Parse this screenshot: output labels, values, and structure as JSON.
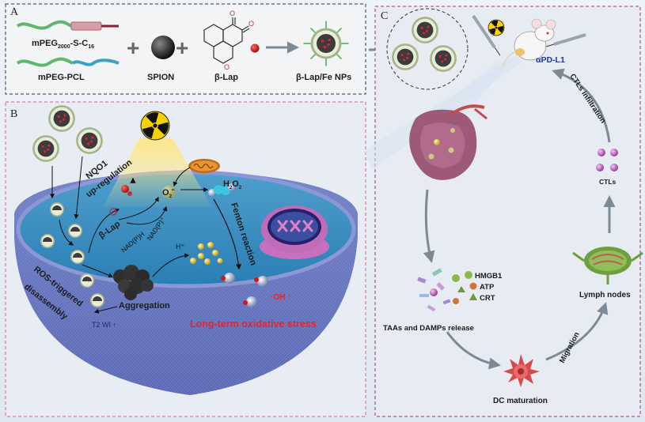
{
  "panels": {
    "a": {
      "letter": "A",
      "polymer1": "mPEG",
      "polymer1_sub": "2000",
      "polymer1_mid": "-S-C",
      "polymer1_sub2": "16",
      "polymer2": "mPEG-PCL",
      "spion": "SPION",
      "drug": "β-Lap",
      "product": "β-Lap/Fe NPs"
    },
    "b": {
      "letter": "B",
      "nqo1": "NQO1",
      "upregulation": "up-regulation",
      "blap": "β-Lap",
      "nadph": "NAD(P)H",
      "nadp": "NAD(P)⁺",
      "o2": "O",
      "o2_sub": "2",
      "o2_sup": "•-",
      "h2o2": "H",
      "h2o2_sub1": "2",
      "h2o2_o": "O",
      "h2o2_sub2": "2",
      "fenton": "Fenton reaction",
      "hplus": "H⁺",
      "aggregation": "Aggregation",
      "ros1": "ROS-triggered",
      "ros2": "disassembly",
      "t2wi": "T2 WI ↑",
      "oh": "·OH ↑",
      "oxidative": "Long-term oxidative stress"
    },
    "c": {
      "letter": "C",
      "apdl1": "αPD-L1",
      "ctls_infiltration": "CTLs infiltration",
      "ctls": "CTLs",
      "hmgb1": "HMGB1",
      "atp": "ATP",
      "crt": "CRT",
      "lymph": "Lymph nodes",
      "taas": "TAAs and DAMPs release",
      "migration": "Migration",
      "dc": "DC maturation"
    }
  },
  "colors": {
    "panel_a_border": "#333333",
    "panel_b_border": "#e0607a",
    "panel_c_border": "#a0307a",
    "oxidative_text": "#e8232a",
    "apdl1_text": "#1f3a9a",
    "cell_fill": "#6f7fc4",
    "arrow_gray": "#7d8a95"
  },
  "icons": [
    "radiation-icon",
    "mouse-icon",
    "syringe-icon",
    "mitochondrion-icon",
    "nucleus-icon",
    "dc-cell-icon",
    "lymph-node-icon",
    "tumor-icon"
  ]
}
